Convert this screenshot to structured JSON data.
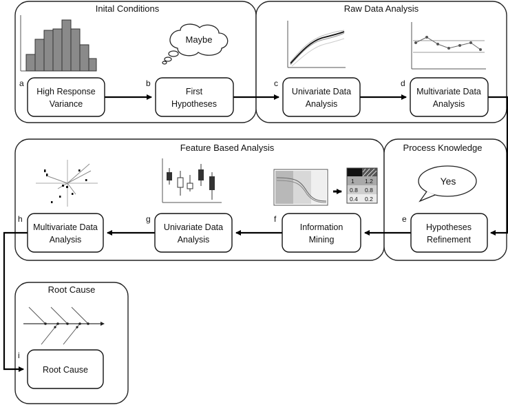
{
  "groups": {
    "initial": "Inital Conditions",
    "raw": "Raw Data Analysis",
    "feature": "Feature Based Analysis",
    "process": "Process Knowledge",
    "root": "Root Cause"
  },
  "steps": {
    "a": {
      "letter": "a",
      "line1": "High Response",
      "line2": "Variance"
    },
    "b": {
      "letter": "b",
      "line1": "First",
      "line2": "Hypotheses"
    },
    "c": {
      "letter": "c",
      "line1": "Univariate Data",
      "line2": "Analysis"
    },
    "d": {
      "letter": "d",
      "line1": "Multivariate Data",
      "line2": "Analysis"
    },
    "e": {
      "letter": "e",
      "line1": "Hypotheses",
      "line2": "Refinement"
    },
    "f": {
      "letter": "f",
      "line1": "Information",
      "line2": "Mining"
    },
    "g": {
      "letter": "g",
      "line1": "Univariate Data",
      "line2": "Analysis"
    },
    "h": {
      "letter": "h",
      "line1": "Multivariate Data",
      "line2": "Analysis"
    },
    "i": {
      "letter": "i",
      "line1": "Root Cause"
    }
  },
  "bubbles": {
    "thought": "Maybe",
    "speech": "Yes"
  },
  "matrix": {
    "cells": [
      "1",
      "1.2",
      "0.8",
      "0.8",
      "0.4",
      "0.2"
    ]
  },
  "colors": {
    "histogram_fill": "#8a8a8a",
    "flow_line": "#000000"
  }
}
